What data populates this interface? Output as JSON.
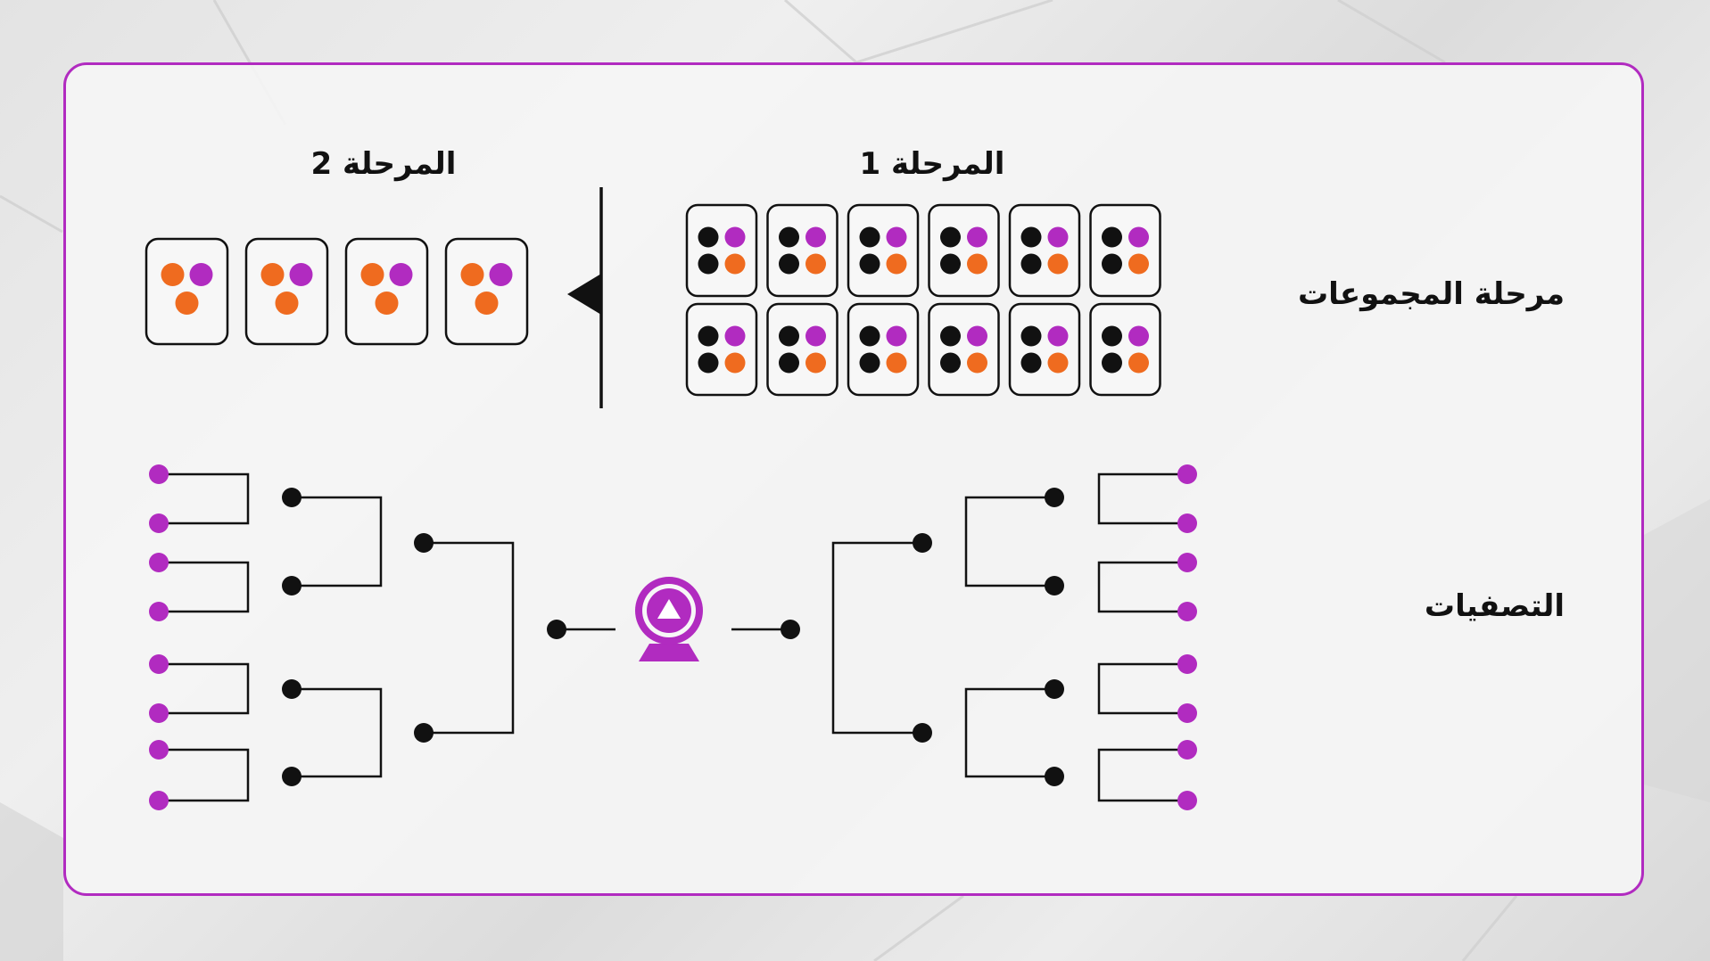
{
  "labels": {
    "stage1": "المرحلة 1",
    "stage2": "المرحلة 2",
    "group_stage": "مرحلة المجموعات",
    "knockout": "التصفيات"
  },
  "colors": {
    "accent": "#b12bc0",
    "orange": "#ef6b1f",
    "black": "#111111",
    "panel_border": "#b12bc0"
  },
  "stage1": {
    "group_count": 12,
    "teams_per_group": [
      "black",
      "accent",
      "black",
      "orange"
    ]
  },
  "stage2": {
    "group_count": 4,
    "teams_per_group": [
      "orange",
      "accent",
      "orange"
    ]
  },
  "knockout": {
    "teams_per_side": 8,
    "trophy_icon": "trophy-icon"
  }
}
